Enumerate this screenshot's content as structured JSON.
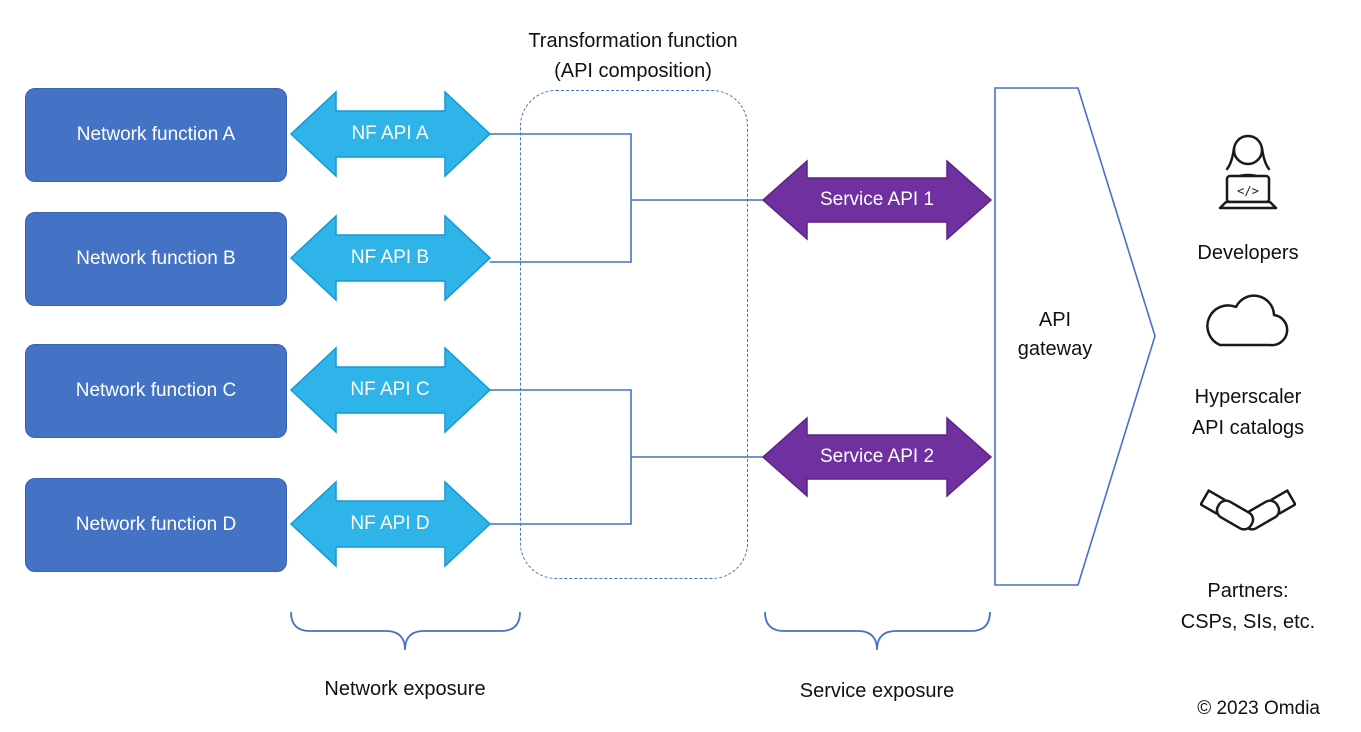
{
  "transformation": {
    "line1": "Transformation function",
    "line2": "(API composition)"
  },
  "network_functions": [
    {
      "label": "Network function A"
    },
    {
      "label": "Network function B"
    },
    {
      "label": "Network function C"
    },
    {
      "label": "Network function D"
    }
  ],
  "nf_apis": [
    {
      "label": "NF API A"
    },
    {
      "label": "NF API B"
    },
    {
      "label": "NF API C"
    },
    {
      "label": "NF API D"
    }
  ],
  "service_apis": [
    {
      "label": "Service API 1"
    },
    {
      "label": "Service API 2"
    }
  ],
  "gateway": {
    "line1": "API",
    "line2": "gateway"
  },
  "audiences": [
    {
      "icon": "developer-icon",
      "label": "Developers"
    },
    {
      "icon": "cloud-icon",
      "label_line1": "Hyperscaler",
      "label_line2": "API catalogs"
    },
    {
      "icon": "handshake-icon",
      "label_line1": "Partners:",
      "label_line2": "CSPs, SIs, etc."
    }
  ],
  "exposure": {
    "network": "Network exposure",
    "service": "Service exposure"
  },
  "icons": {
    "code_glyph": "</>"
  },
  "copyright": "© 2023 Omdia",
  "colors": {
    "function_box": "#4472C4",
    "function_box_border": "#3763B3",
    "nf_api_arrow": "#2FB4E9",
    "nf_api_arrow_border": "#1699D2",
    "service_api_arrow": "#7030A0",
    "service_api_arrow_border": "#5B2483",
    "connector": "#4472C4",
    "gateway_outline": "#4472C4",
    "text_dark": "#111111",
    "text_light": "#ffffff"
  }
}
